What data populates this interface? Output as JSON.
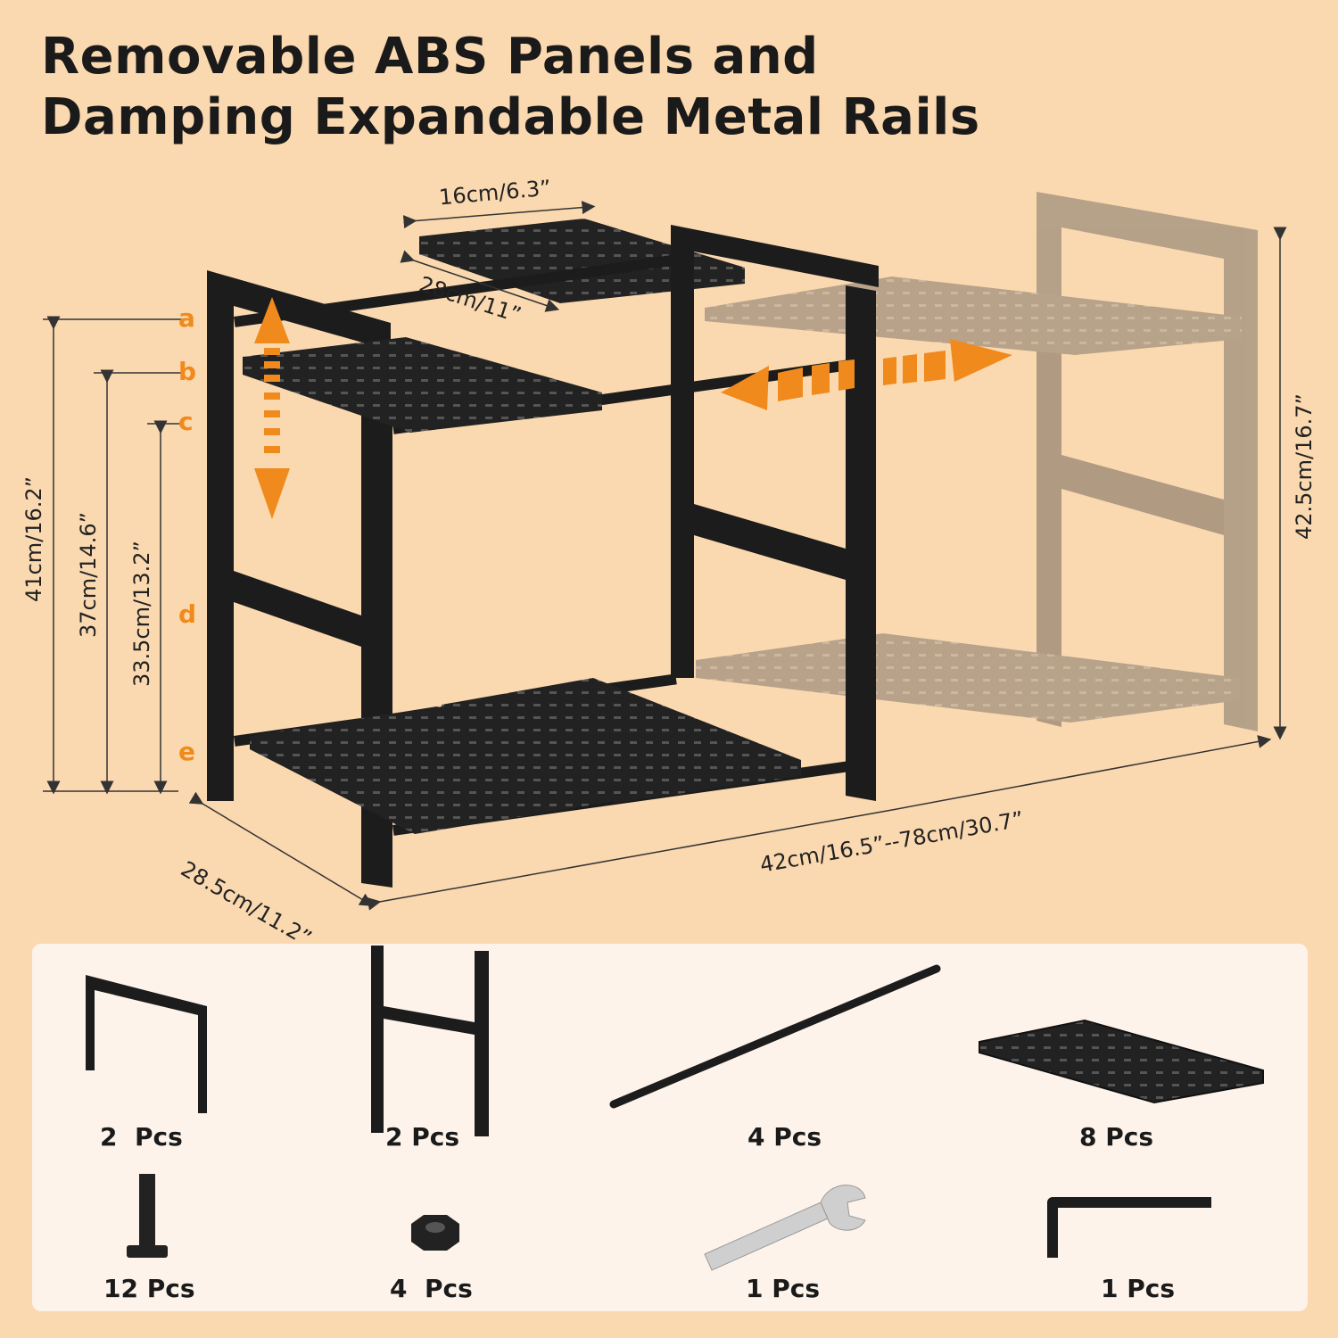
{
  "title": {
    "line1": "Removable ABS Panels and",
    "line2": "Damping Expandable Metal Rails"
  },
  "dimensions": {
    "top_shelf_width": "16cm/6.3”",
    "top_shelf_depth": "28cm/11”",
    "height_a": "41cm/16.2”",
    "height_b": "37cm/14.6”",
    "height_c": "33.5cm/13.2”",
    "height_right": "42.5cm/16.7”",
    "depth": "28.5cm/11.2”",
    "width_range": "42cm/16.5”--78cm/30.7”"
  },
  "level_letters": [
    "a",
    "b",
    "c",
    "d",
    "e"
  ],
  "parts": [
    {
      "name": "u-frame",
      "count": "2  Pcs"
    },
    {
      "name": "h-frame",
      "count": "2 Pcs"
    },
    {
      "name": "rail",
      "count": "4 Pcs"
    },
    {
      "name": "abs-panel",
      "count": "8 Pcs"
    },
    {
      "name": "screw",
      "count": "12 Pcs"
    },
    {
      "name": "nut",
      "count": "4  Pcs"
    },
    {
      "name": "wrench",
      "count": "1 Pcs"
    },
    {
      "name": "hex-key",
      "count": "1 Pcs"
    }
  ],
  "colors": {
    "background": "#fbd9b0",
    "accent": "#f08a1c",
    "frame": "#1c1c1c",
    "ghost": "#a99782"
  }
}
